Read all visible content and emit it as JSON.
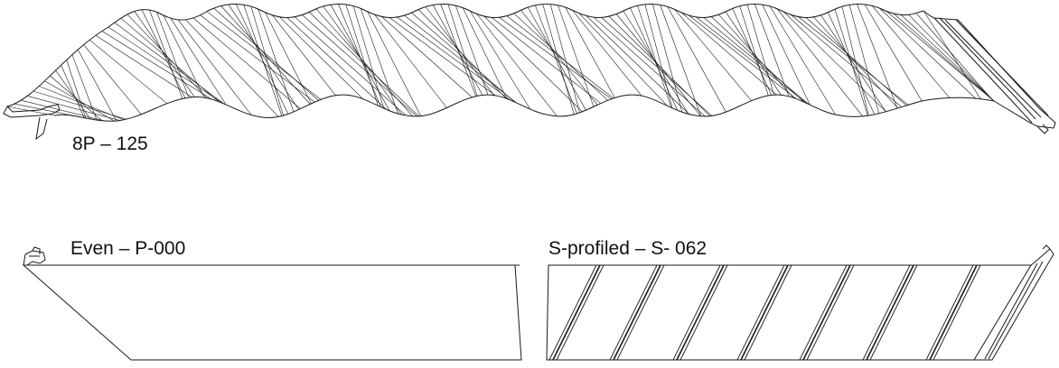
{
  "panels": [
    {
      "id": "corrugated",
      "label": "8P – 125"
    },
    {
      "id": "even",
      "label": "Even – P-000"
    },
    {
      "id": "s_profiled",
      "label": "S-profiled – S- 062"
    }
  ],
  "colors": {
    "stroke": "#1a1a1a",
    "background": "#ffffff"
  }
}
